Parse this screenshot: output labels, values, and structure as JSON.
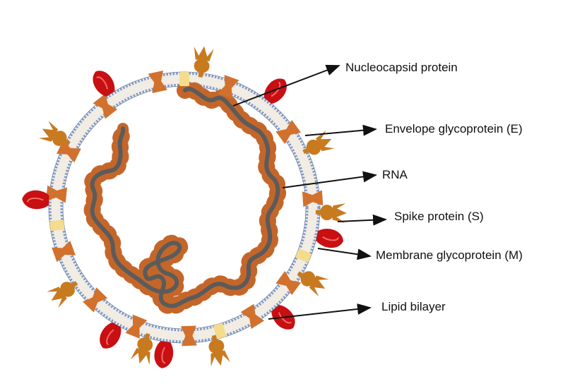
{
  "colors": {
    "background": "#ffffff",
    "membrane_outline": "#5d7aa8",
    "membrane_fill": "#f1ece4",
    "membrane_dot": "#7f97c0",
    "m_protein": "#d1712d",
    "e_protein": "#f4dc8c",
    "nucleocapsid": "#c4662a",
    "rna": "#5b5b5b",
    "hemagglutinin": "#c80f12",
    "spike": "#c87a1f",
    "arrow": "#111111"
  },
  "icons": {
    "spike": "spike-protein-icon",
    "glycoprotein": "red-glycoprotein-icon",
    "membrane_protein": "membrane-protein-icon",
    "envelope_protein": "envelope-protein-icon"
  },
  "labels": {
    "nucleocapsid": "Nucleocapsid protein",
    "envelope": "Envelope glycoprotein (E)",
    "rna": "RNA",
    "spike": "Spike protein (S)",
    "membrane": "Membrane glycoprotein (M)",
    "lipid": "Lipid bilayer"
  }
}
